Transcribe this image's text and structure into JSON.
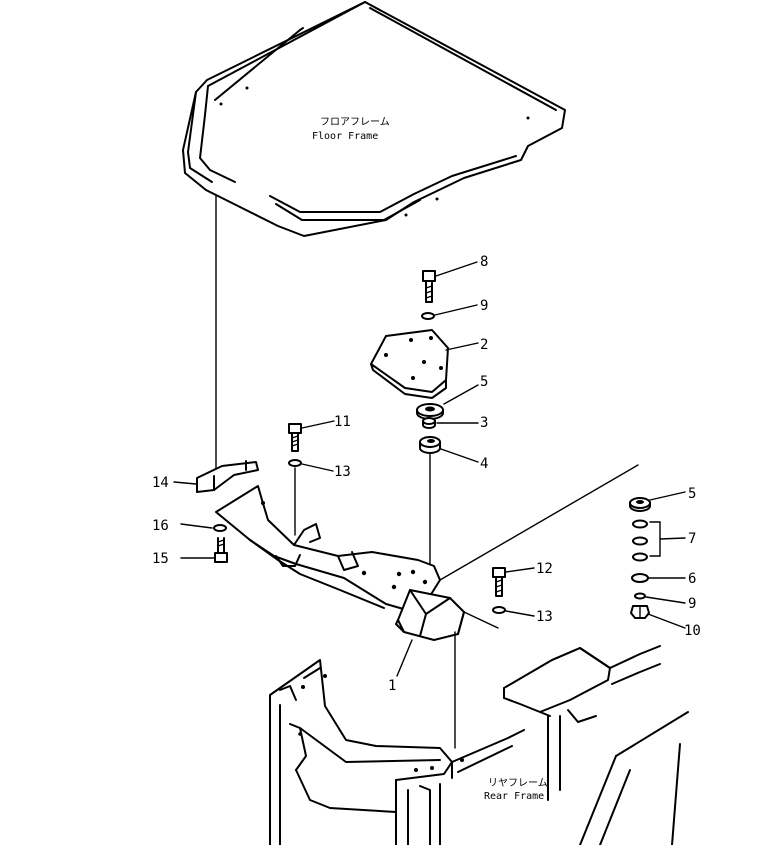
{
  "captions": {
    "floor_jp": "フロアフレーム",
    "floor_en": "Floor Frame",
    "rear_jp": "リヤフレーム",
    "rear_en": "Rear Frame"
  },
  "callouts": {
    "c1": "1",
    "c2": "2",
    "c3": "3",
    "c4": "4",
    "c5a": "5",
    "c5b": "5",
    "c6": "6",
    "c7": "7",
    "c8": "8",
    "c9a": "9",
    "c9b": "9",
    "c10": "10",
    "c11": "11",
    "c12": "12",
    "c13a": "13",
    "c13b": "13",
    "c14": "14",
    "c15": "15",
    "c16": "16"
  }
}
